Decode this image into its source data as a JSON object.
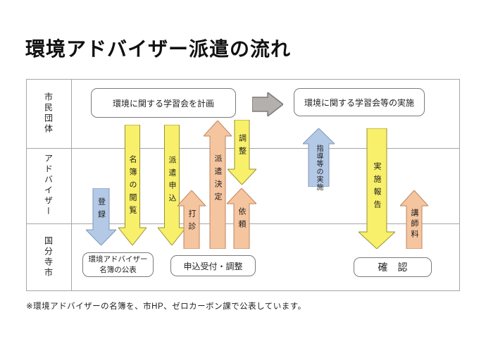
{
  "title": "環境アドバイザー派遣の流れ",
  "footnote": "※環境アドバイザーの名簿を、市HP、ゼロカーボン課で公表しています。",
  "lanes": [
    "市民団体",
    "アドバイザー",
    "国分寺市"
  ],
  "boxes": {
    "plan": "環境に関する学習会を計画",
    "implementation": "環境に関する学習会等の実施",
    "roster_publication": "環境アドバイザー\n名簿の公表",
    "application_reception": "申込受付・調整",
    "confirmation": "確　認"
  },
  "arrows": {
    "registration": {
      "label": "登録",
      "color": "blue",
      "direction": "down"
    },
    "roster_viewing": {
      "label": "名簿の閲覧",
      "color": "yellow",
      "direction": "down"
    },
    "dispatch_application": {
      "label": "派遣申込",
      "color": "yellow",
      "direction": "down"
    },
    "sounding": {
      "label": "打診",
      "color": "orange",
      "direction": "up"
    },
    "dispatch_decision": {
      "label": "派遣決定",
      "color": "orange",
      "direction": "up"
    },
    "coordination": {
      "label": "調整",
      "color": "yellow",
      "direction": "down"
    },
    "request": {
      "label": "依頼",
      "color": "orange",
      "direction": "up"
    },
    "guidance_implementation": {
      "label": "指導等の実施",
      "color": "blue",
      "direction": "up"
    },
    "implementation_report": {
      "label": "実施報告",
      "color": "yellow",
      "direction": "down"
    },
    "lecturer_fee": {
      "label": "講師料",
      "color": "orange",
      "direction": "up"
    },
    "flow": {
      "label": "",
      "color": "gray",
      "direction": "right"
    }
  },
  "colors": {
    "arrowYellow": "#f8f06a",
    "arrowYellowStroke": "#9a912f",
    "arrowOrange": "#f5c5a0",
    "arrowOrangeStroke": "#bd8560",
    "arrowBlue": "#b4c9e6",
    "arrowBlueStroke": "#7e97bc",
    "arrowGray": "#b3b0ad",
    "arrowGrayStroke": "#7c7a78"
  }
}
